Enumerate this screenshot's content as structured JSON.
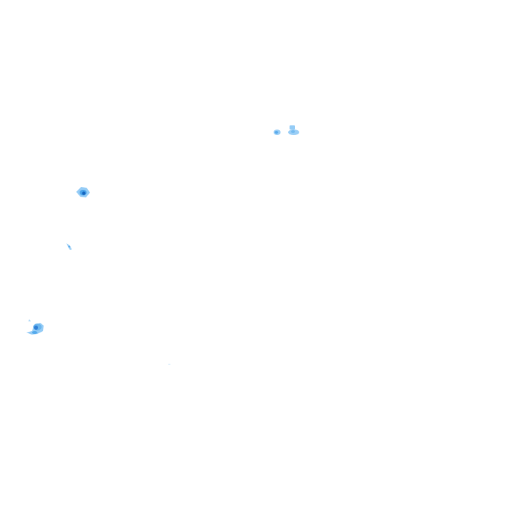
{
  "image": {
    "background_color": "#ffffff",
    "description_colors": {
      "light": "#8fc9f5",
      "mid": "#4aa3ea",
      "dark": "#1565c0"
    },
    "blobs": [
      {
        "name": "blob-top-small",
        "intensity": "light"
      },
      {
        "name": "blob-top-right",
        "intensity": "light"
      },
      {
        "name": "blob-upper-left",
        "intensity": "dark"
      },
      {
        "name": "blob-mid-left",
        "intensity": "light"
      },
      {
        "name": "blob-lower-left",
        "intensity": "mid"
      },
      {
        "name": "blob-faint-speck",
        "intensity": "faint"
      }
    ]
  }
}
